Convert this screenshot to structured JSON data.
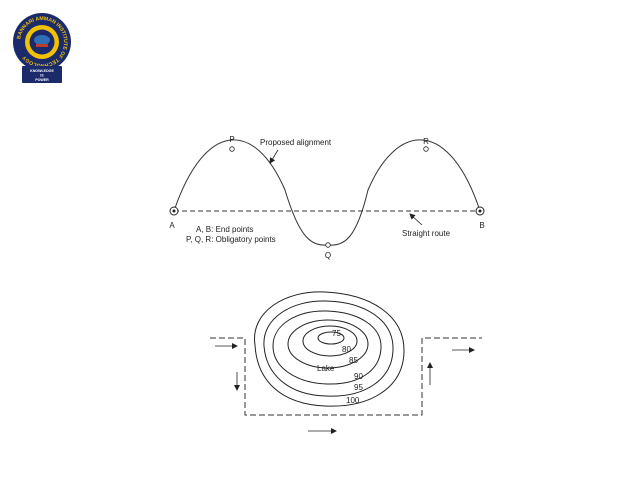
{
  "logo": {
    "ring_text": "BANNARI AMMAN INSTITUTE OF TECHNOLOGY",
    "plaque_line1": "KNOWLEDGE",
    "plaque_line2": "IS",
    "plaque_line3": "POWER",
    "colors": {
      "navy": "#1b2a6b",
      "gold": "#f2c200",
      "red": "#c0392b"
    }
  },
  "alignment_diagram": {
    "point_A": "A",
    "point_B": "B",
    "point_P": "P",
    "point_Q": "Q",
    "point_R": "R",
    "label_proposed": "Proposed alignment",
    "label_straight": "Straight route",
    "legend_line1": "A, B: End points",
    "legend_line2": "P, Q, R: Obligatory points"
  },
  "lake_diagram": {
    "lake_label": "Lake",
    "contours": [
      "75",
      "80",
      "85",
      "90",
      "95",
      "100"
    ]
  }
}
